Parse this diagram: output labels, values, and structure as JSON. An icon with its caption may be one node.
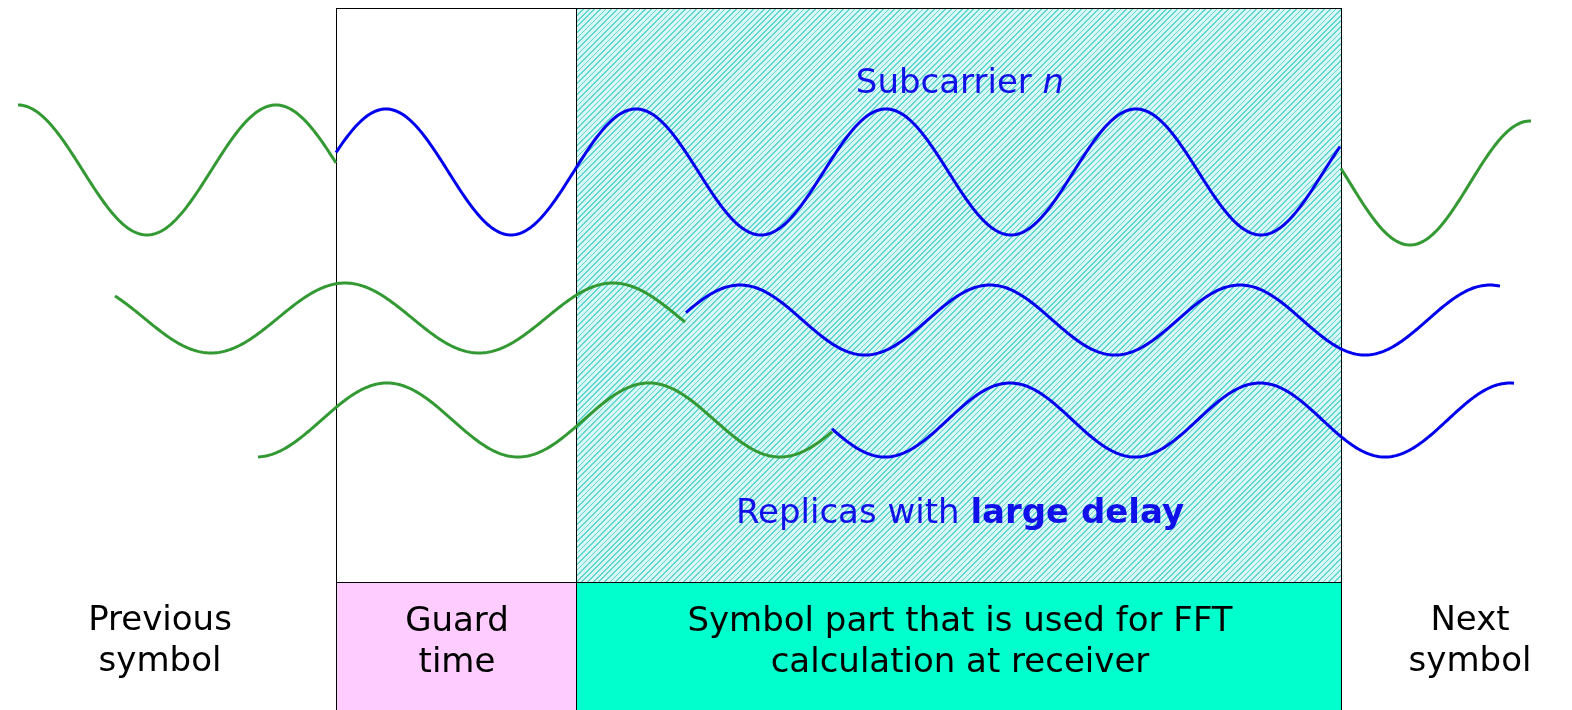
{
  "diagram": {
    "nodes": [
      {
        "text": [],
        "shape": "box"
      },
      {
        "text": [
          "Subcarrier *n*",
          "Replicas with **large delay**"
        ]
      },
      {
        "text": [
          "Guard time"
        ]
      },
      {
        "text": [
          "Symbol part that is used for FFT calculation at receiver"
        ]
      }
    ],
    "edges": [],
    "labels": [
      "Previous symbol",
      "Next symbol"
    ]
  }
}
